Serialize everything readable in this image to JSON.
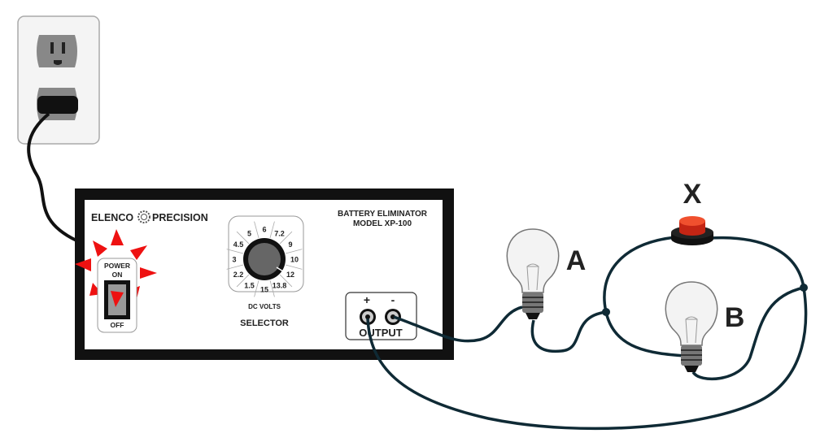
{
  "power_supply": {
    "brand_left": "ELENCO",
    "brand_right": "PRECISION",
    "title_line1": "BATTERY ELIMINATOR",
    "title_line2": "MODEL XP-100",
    "switch": {
      "label_top_1": "POWER",
      "label_top_2": "ON",
      "label_bottom": "OFF",
      "state": "on"
    },
    "selector": {
      "values": [
        "1.5",
        "2.2",
        "3",
        "4.5",
        "5",
        "6",
        "7.2",
        "9",
        "10",
        "12",
        "13.8",
        "15"
      ],
      "unit_label": "DC VOLTS",
      "label": "SELECTOR",
      "selected": "12"
    },
    "output": {
      "plus": "+",
      "minus": "-",
      "label": "OUTPUT"
    }
  },
  "components": {
    "bulb_a": "A",
    "bulb_b": "B",
    "switch_x": "X"
  },
  "colors": {
    "wire": "#0f2a35",
    "led": "#ee1111",
    "button": "#e8321e"
  }
}
